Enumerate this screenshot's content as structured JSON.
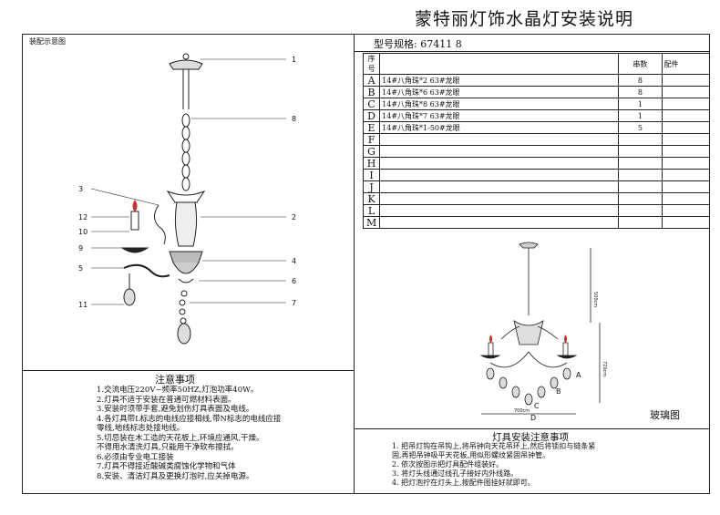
{
  "title": "蒙特丽灯饰水晶灯安装说明",
  "diagram": {
    "caption": "装配示意图",
    "callouts": [
      "1",
      "8",
      "3",
      "2",
      "12",
      "10",
      "9",
      "4",
      "5",
      "6",
      "11",
      "7"
    ]
  },
  "notes": {
    "title": "注意事项",
    "lines": [
      "1.交流电压220V~频率50HZ,灯泡功率40W。",
      "2.灯具不适于安装在普通可燃材料表面。",
      "3.安装时须带手套,避免划伤灯具表面及电线。",
      "4.各灯具带L标志的电线应接相线,带N标志的电线应接",
      "   零线,地线标志处接地线。",
      "5.切忌装在木工造的天花板上,环境应通风,干燥。",
      "   不得用水清洗灯具,只能用干净软布擦拭。",
      "6.必须由专业电工接装",
      "7.灯具不得接近酸碱类腐蚀化学物和气体",
      "8.安装、清洁灯具及更换灯泡时,应关掉电源。"
    ]
  },
  "parts": {
    "model_label": "型号规格: 67411 8",
    "headers": {
      "seq": "序号",
      "qty": "串数",
      "acc": "配件"
    },
    "rows": [
      {
        "letter": "A",
        "desc": "14#八角珠*2 63#龙眼",
        "qty": "8"
      },
      {
        "letter": "B",
        "desc": "14#八角珠*6 63#龙眼",
        "qty": "8"
      },
      {
        "letter": "C",
        "desc": "14#八角珠*8 63#龙眼",
        "qty": "1"
      },
      {
        "letter": "D",
        "desc": "14#八角珠*7 63#龙眼",
        "qty": "1"
      },
      {
        "letter": "E",
        "desc": "14#八角珠*1-50#龙眼",
        "qty": "5"
      },
      {
        "letter": "F",
        "desc": "",
        "qty": ""
      },
      {
        "letter": "G",
        "desc": "",
        "qty": ""
      },
      {
        "letter": "H",
        "desc": "",
        "qty": ""
      },
      {
        "letter": "I",
        "desc": "",
        "qty": ""
      },
      {
        "letter": "J",
        "desc": "",
        "qty": ""
      },
      {
        "letter": "K",
        "desc": "",
        "qty": ""
      },
      {
        "letter": "L",
        "desc": "",
        "qty": ""
      },
      {
        "letter": "M",
        "desc": "",
        "qty": ""
      }
    ]
  },
  "glass_diagram": {
    "caption": "玻璃图",
    "dims": [
      "500cm",
      "720cm",
      "700cm"
    ],
    "letters": [
      "A",
      "B",
      "C",
      "D"
    ]
  },
  "install": {
    "title": "灯具安装注意事项",
    "lines": [
      "1. 把吊灯钩在吊钩上,将吊钟向天花吊环上,然后将锁扣与链条紧",
      "   固,再把吊钟吸平天花板,用似形螺纹紧固吊钟管。",
      "2. 依次按图示把灯具配件组装好。",
      "3. 将灯头线通过线孔子接好内外线路。",
      "4. 把灯泡拧在灯头上,按配件图挂好就即可。"
    ]
  }
}
